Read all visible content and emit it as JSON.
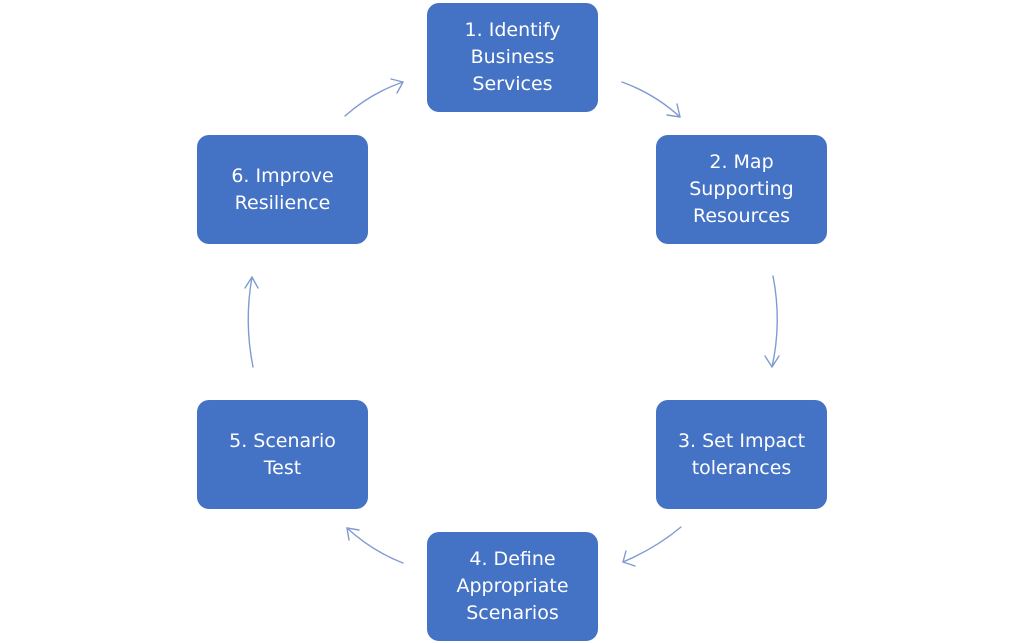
{
  "diagram": {
    "type": "cycle",
    "steps": [
      {
        "label": "1. Identify\nBusiness\nServices"
      },
      {
        "label": "2. Map\nSupporting\nResources"
      },
      {
        "label": "3. Set Impact\ntolerances"
      },
      {
        "label": "4. Define\nAppropriate\nScenarios"
      },
      {
        "label": "5. Scenario\nTest"
      },
      {
        "label": "6. Improve\nResilience"
      }
    ],
    "colors": {
      "box_fill": "#4472c4",
      "box_text": "#ffffff",
      "arrow": "#7f9bd1",
      "background": "#ffffff"
    }
  }
}
